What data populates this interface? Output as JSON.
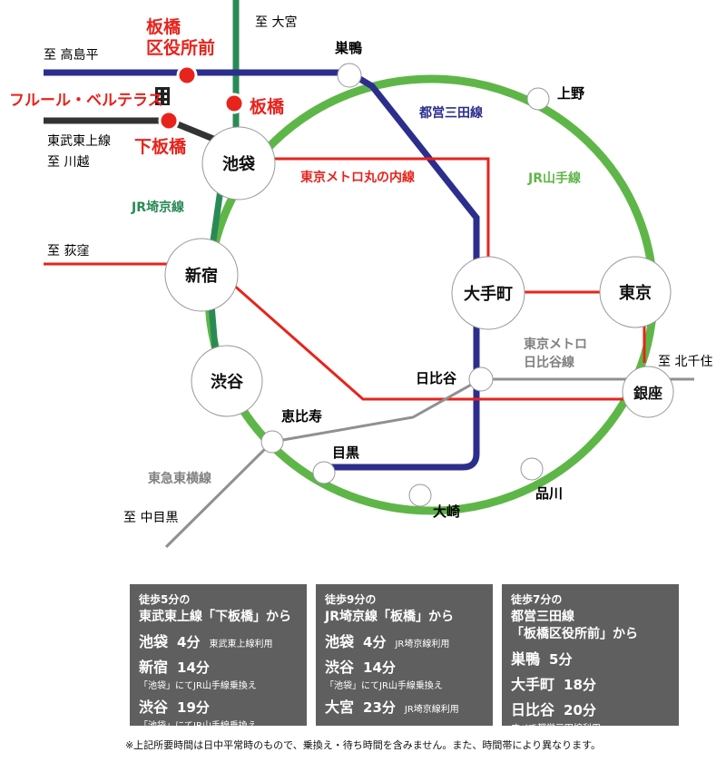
{
  "colors": {
    "yamanote": "#5fb648",
    "mita": "#2b2e8c",
    "marunouchi": "#e8231c",
    "saikyo": "#2a8a56",
    "hibiya": "#909090",
    "tojo": "#333333",
    "station_red": "#e8231c",
    "panel": "#5f5f5f"
  },
  "directions": {
    "takashimadaira": "至 高島平",
    "omiya": "至 大宮",
    "kawagoe": "至 川越",
    "ogikubo": "至 荻窪",
    "kitasenju": "至 北千住",
    "nakameguro": "至 中目黒"
  },
  "line_labels": {
    "mita": "都営三田線",
    "marunouchi": "東京メトロ丸の内線",
    "yamanote": "JR山手線",
    "saikyo": "JR埼京線",
    "tojo": "東武東上線",
    "hibiya_1": "東京メトロ",
    "hibiya_2": "日比谷線",
    "toyoko": "東急東横線"
  },
  "landmarks": {
    "itabashi_kuyakushomae_1": "板橋",
    "itabashi_kuyakushomae_2": "区役所前",
    "itabashi": "板橋",
    "shimo_itabashi": "下板橋",
    "fleur_belle_terrace": "フルール・ベルテラス",
    "building_icon": "building-icon"
  },
  "stations": {
    "ikebukuro": "池袋",
    "shinjuku": "新宿",
    "shibuya": "渋谷",
    "otemachi": "大手町",
    "tokyo": "東京",
    "ginza": "銀座",
    "sugamo": "巣鴨",
    "ueno": "上野",
    "ebisu": "恵比寿",
    "meguro": "目黒",
    "osaki": "大崎",
    "shinagawa": "品川",
    "hibiya": "日比谷"
  },
  "panels": [
    {
      "head1": "徒歩5分の",
      "head2": "東武東上線「下板橋」から",
      "head3": "",
      "rows": [
        {
          "name": "池袋",
          "time": "4分",
          "sub": "東武東上線利用"
        },
        {
          "name": "新宿",
          "time": "14分",
          "sub": ""
        },
        {
          "note": "「池袋」にてJR山手線乗換え"
        },
        {
          "name": "渋谷",
          "time": "19分",
          "sub": ""
        },
        {
          "note": "「池袋」にてJR山手線乗換え"
        }
      ]
    },
    {
      "head1": "徒歩9分の",
      "head2": "JR埼京線「板橋」から",
      "head3": "",
      "rows": [
        {
          "name": "池袋",
          "time": "4分",
          "sub": "JR埼京線利用"
        },
        {
          "name": "渋谷",
          "time": "14分",
          "sub": ""
        },
        {
          "note": "「池袋」にてJR山手線乗換え"
        },
        {
          "name": "大宮",
          "time": "23分",
          "sub": "JR埼京線利用"
        }
      ]
    },
    {
      "head1": "徒歩7分の",
      "head2": "都営三田線",
      "head3": "「板橋区役所前」から",
      "rows": [
        {
          "name": "巣鴨",
          "time": "5分",
          "sub": ""
        },
        {
          "name": "大手町",
          "time": "18分",
          "sub": ""
        },
        {
          "name": "日比谷",
          "time": "20分",
          "sub": ""
        },
        {
          "note": "すべて都営三田線利用"
        }
      ]
    }
  ],
  "footnote": "※上記所要時間は日中平常時のもので、乗換え・待ち時間を含みません。また、時間帯により異なります。"
}
